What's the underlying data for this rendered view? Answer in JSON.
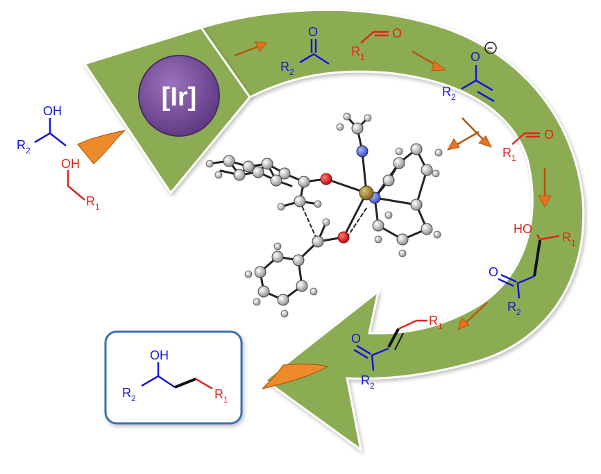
{
  "catalyst": {
    "label": "[Ir]"
  },
  "start_alcohol_1": {
    "oh": "OH",
    "r": "R",
    "sub": "2"
  },
  "start_alcohol_2": {
    "oh": "OH",
    "r": "R",
    "sub": "1"
  },
  "ketone": {
    "o": "O",
    "r": "R",
    "sub": "2"
  },
  "aldehyde_1": {
    "o": "O",
    "r": "R",
    "sub": "1"
  },
  "enolate": {
    "o": "O",
    "charge": "−",
    "r": "R",
    "sub": "2"
  },
  "aldehyde_2": {
    "o": "O",
    "r": "R",
    "sub": "1"
  },
  "aldol": {
    "ho": "HO",
    "o": "O",
    "r1": "R",
    "sub1": "1",
    "r2": "R",
    "sub2": "2"
  },
  "enone": {
    "o": "O",
    "r1": "R",
    "sub1": "1",
    "r2": "R",
    "sub2": "2"
  },
  "product": {
    "oh": "OH",
    "r2": "R",
    "sub2": "2",
    "r1": "R",
    "sub1": "1"
  },
  "colors": {
    "arrow_green": "#8cac52",
    "catalyst_purple": "#7c4f9e",
    "blue": "#1414d8",
    "red": "#e2231a",
    "orange": "#e8731c",
    "product_border": "#3d6fb0"
  }
}
